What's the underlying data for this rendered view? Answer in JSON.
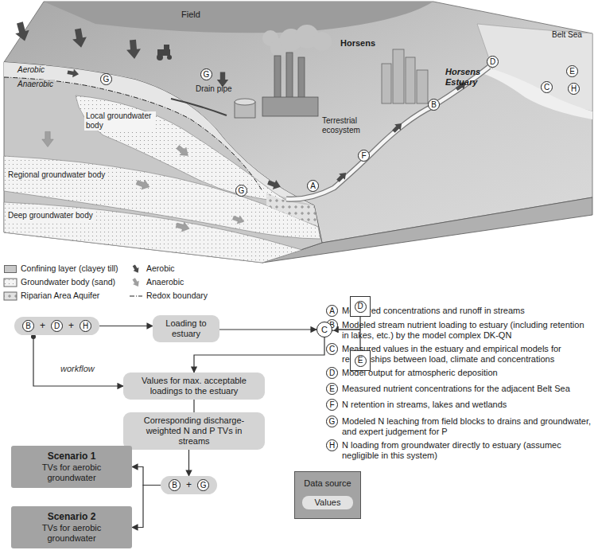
{
  "diagram": {
    "nodes": [
      {
        "text": [
          "B",
          "+",
          "D",
          "+",
          "H"
        ]
      },
      {
        "text": [
          "Loading to estuary"
        ]
      },
      {
        "text": [
          "D"
        ]
      },
      {
        "text": [
          "C"
        ]
      },
      {
        "text": [
          "E"
        ]
      },
      {
        "text": [
          "Values for max. acceptable loadings to the estuary"
        ]
      },
      {
        "text": [
          "Corresponding discharge-weighted N and P TVs in streams"
        ]
      },
      {
        "text": [
          "B",
          "+",
          "G"
        ]
      },
      {
        "text": [
          "Scenario 1",
          "TVs for aerobic groundwater"
        ]
      },
      {
        "text": [
          "Scenario 2",
          "TVs for aerobic groundwater"
        ]
      },
      {
        "text": [
          "Data source"
        ]
      },
      {
        "text": [
          "Values"
        ],
        "in": 10
      }
    ],
    "edges": [
      {
        "from": 0,
        "to": 1,
        "arrow": "to"
      },
      {
        "from": 1,
        "to": 3,
        "arrow": "to"
      },
      {
        "from": 2,
        "to": 3,
        "arrow": "to"
      },
      {
        "from": 4,
        "to": 3,
        "arrow": "to"
      },
      {
        "from": 3,
        "to": 5,
        "arrow": "to"
      },
      {
        "from": 0,
        "to": 5,
        "arrow": "to",
        "label": "workflow"
      },
      {
        "from": 5,
        "to": 6,
        "arrow": "none"
      },
      {
        "from": 6,
        "to": 7,
        "arrow": "to"
      },
      {
        "from": 7,
        "to": 8,
        "arrow": "to"
      },
      {
        "from": 7,
        "to": 9,
        "arrow": "to"
      }
    ],
    "labels": [
      "Field",
      "Horsens",
      "Horsens Estuary",
      "Belt Sea",
      "Aerobic",
      "Anaerobic",
      "Drain pipe",
      "Local groundwater body",
      "Terrestrial ecosystem",
      "Regional groundwater body",
      "Deep groundwater body",
      "G",
      "G",
      "G",
      "A",
      "F",
      "B",
      "D",
      "C",
      "E",
      "H",
      "A",
      "Measured concentrations and runoff in streams",
      "B",
      "Modeled stream nutrient loading to estuary (including retention in lakes, etc.) by the model complex DK-QN",
      "C",
      "Measured values in the estuary and empirical models for relationships between load, climate and concentrations",
      "D",
      "Model output for atmospheric deposition",
      "E",
      "Measured nutrient concentrations for the adjacent Belt Sea",
      "F",
      "N retention in streams, lakes and wetlands",
      "G",
      "Modeled N leaching from field blocks to drains and groundwater, and expert judgement for P",
      "H",
      "N loading from groundwater directly to estuary (assumec negligible in this system)"
    ],
    "legend": [
      {
        "text": "Confining layer (clayey till)",
        "color": "#c8c8c8"
      },
      {
        "text": "Groundwater body (sand)"
      },
      {
        "text": "Riparian Area Aquifer"
      },
      {
        "text": "Aerobic"
      },
      {
        "text": "Anaerobic"
      },
      {
        "text": "Redox boundary"
      }
    ]
  }
}
